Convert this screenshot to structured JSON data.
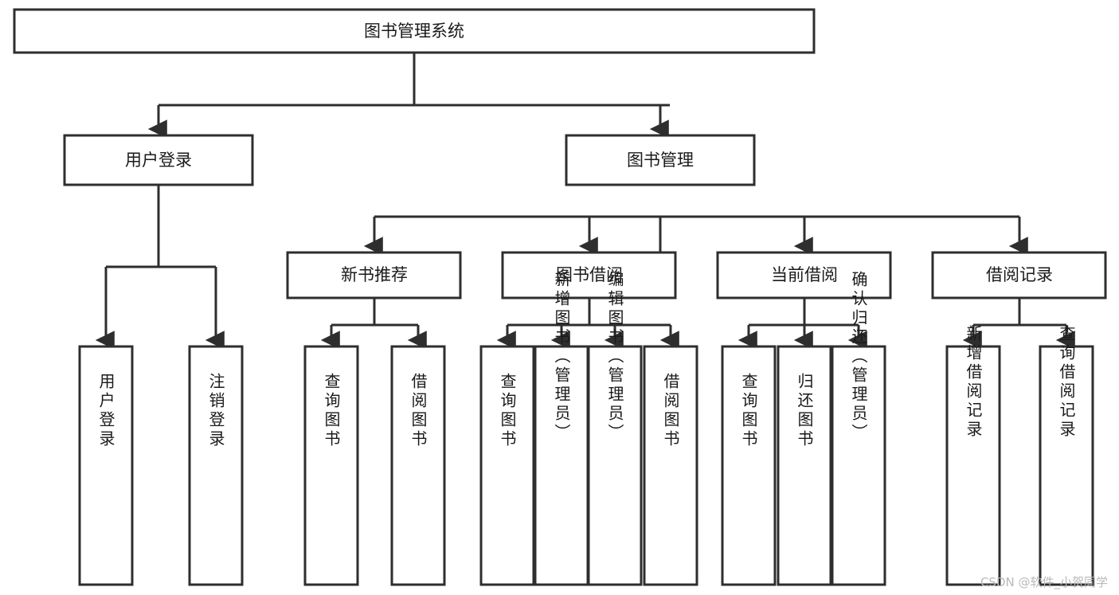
{
  "diagram": {
    "type": "tree",
    "title": "图书管理系统",
    "watermark": "CSDN @软件_小贺同学",
    "colors": {
      "stroke": "#2e2e2e",
      "fill": "#ffffff",
      "text": "#1a1a1a",
      "watermark": "#b9b9b9"
    },
    "root": {
      "label": "图书管理系统"
    },
    "level2": [
      {
        "id": "user-login",
        "label": "用户登录"
      },
      {
        "id": "book-manage",
        "label": "图书管理"
      }
    ],
    "level3": [
      {
        "id": "new-book-recommend",
        "label": "新书推荐"
      },
      {
        "id": "book-borrow",
        "label": "图书借阅"
      },
      {
        "id": "current-borrow",
        "label": "当前借阅"
      },
      {
        "id": "borrow-record",
        "label": "借阅记录"
      }
    ],
    "leaves": {
      "user-login": [
        {
          "id": "leaf-user-login",
          "label": "用户登录"
        },
        {
          "id": "leaf-logout",
          "label": "注销登录"
        }
      ],
      "new-book-recommend": [
        {
          "id": "leaf-query-book-1",
          "label": "查询图书"
        },
        {
          "id": "leaf-borrow-book-1",
          "label": "借阅图书"
        }
      ],
      "book-borrow": [
        {
          "id": "leaf-query-book-2",
          "label": "查询图书"
        },
        {
          "id": "leaf-add-book",
          "label": "新增图书（管理员）"
        },
        {
          "id": "leaf-edit-book",
          "label": "编辑图书（管理员）"
        },
        {
          "id": "leaf-borrow-book-2",
          "label": "借阅图书"
        }
      ],
      "current-borrow": [
        {
          "id": "leaf-query-book-3",
          "label": "查询图书"
        },
        {
          "id": "leaf-return-book",
          "label": "归还图书"
        },
        {
          "id": "leaf-confirm-return",
          "label": "确认归还（管理员）"
        }
      ],
      "borrow-record": [
        {
          "id": "leaf-add-record",
          "label": "新增借阅记录"
        },
        {
          "id": "leaf-query-record",
          "label": "查询借阅记录"
        }
      ]
    }
  }
}
